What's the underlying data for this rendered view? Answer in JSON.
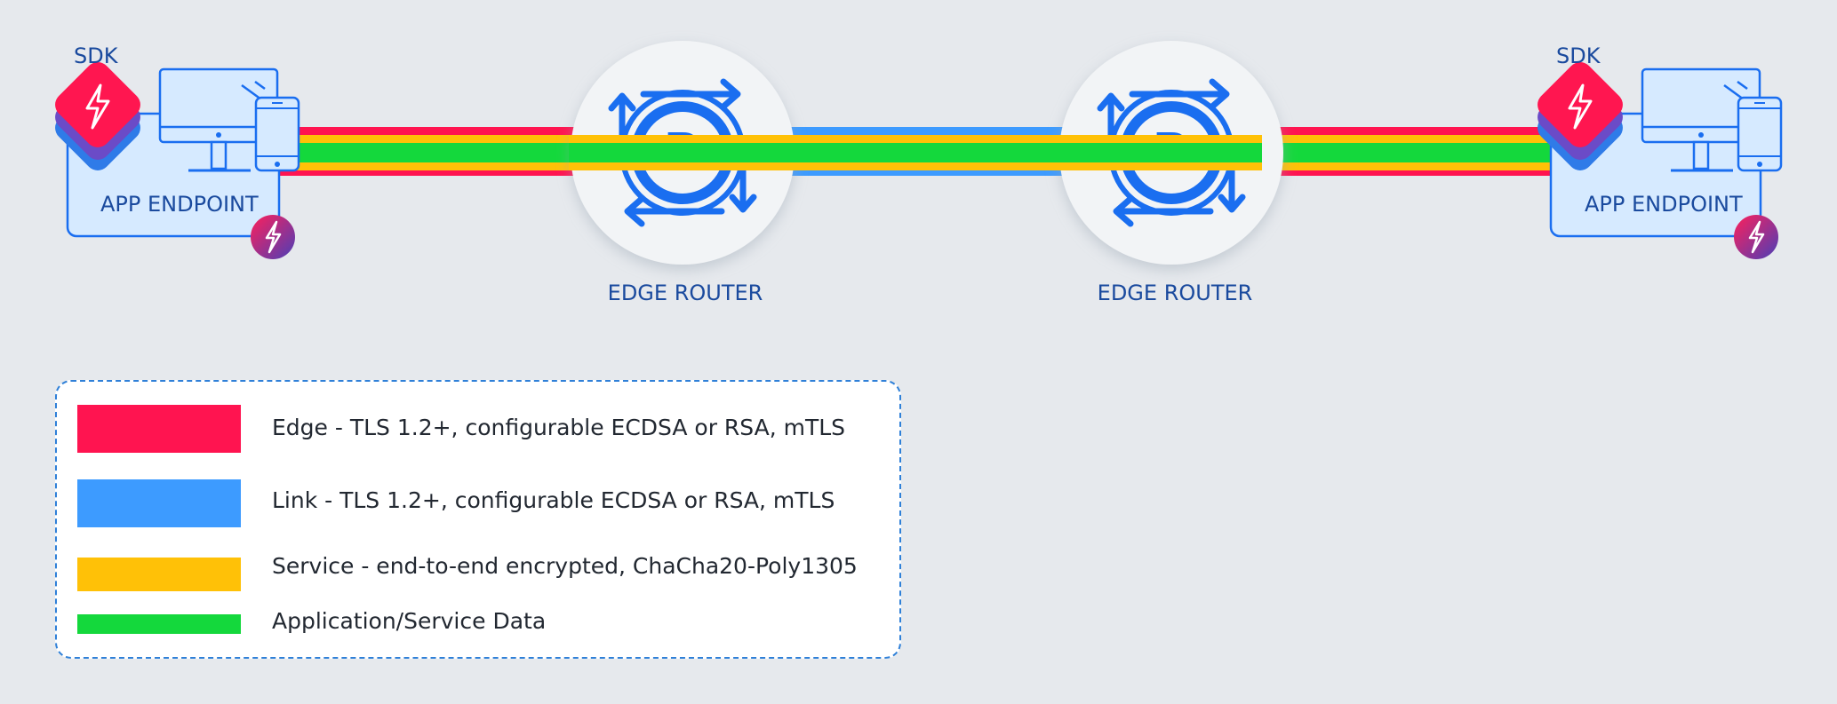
{
  "nodes": {
    "left_endpoint": {
      "sdk_label": "SDK",
      "label": "APP ENDPOINT",
      "icon": "monitor-phone-icon"
    },
    "router_1": {
      "label": "EDGE ROUTER",
      "icon": "router-icon"
    },
    "router_2": {
      "label": "EDGE ROUTER",
      "icon": "router-icon"
    },
    "right_endpoint": {
      "sdk_label": "SDK",
      "label": "APP ENDPOINT",
      "icon": "monitor-phone-icon"
    }
  },
  "colors": {
    "edge": "#ff1450",
    "link": "#3d9bff",
    "service": "#ffc107",
    "data": "#14d83c",
    "node_blue": "#1a6ef0"
  },
  "legend": [
    {
      "key": "edge",
      "text": "Edge - TLS 1.2+, configurable ECDSA or RSA, mTLS"
    },
    {
      "key": "link",
      "text": "Link - TLS 1.2+, configurable ECDSA or RSA, mTLS"
    },
    {
      "key": "service",
      "text": "Service - end-to-end encrypted, ChaCha20-Poly1305"
    },
    {
      "key": "data",
      "text": "Application/Service Data"
    }
  ]
}
